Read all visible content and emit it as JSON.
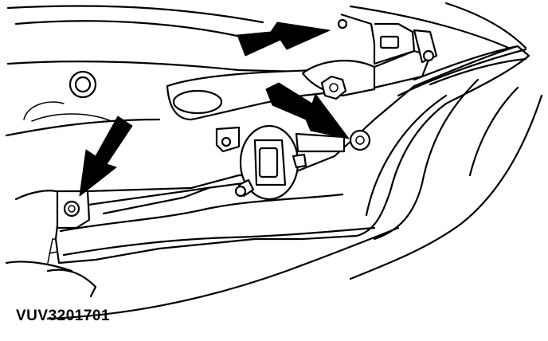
{
  "figure": {
    "reference_code": "VUV3201701"
  },
  "callouts": {
    "arrow_count": 3,
    "fastener_count": 2
  },
  "colors": {
    "ink": "#000000",
    "paper": "#ffffff"
  }
}
